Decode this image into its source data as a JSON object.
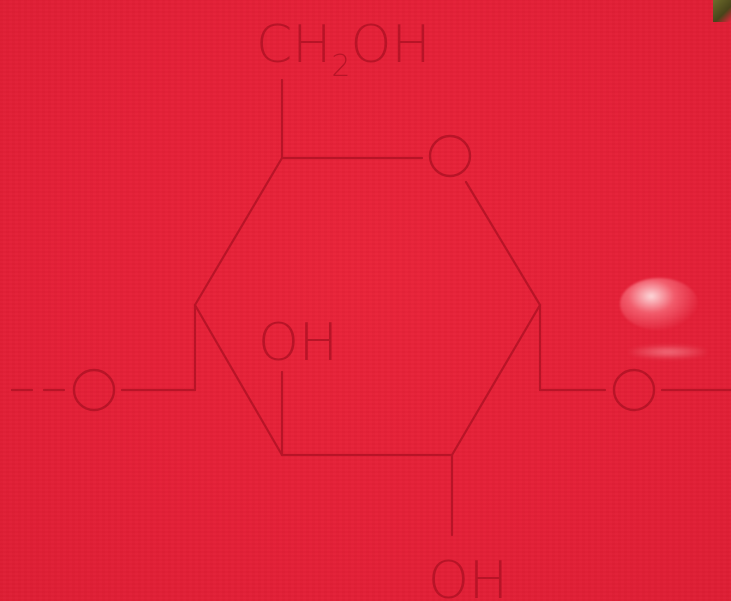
{
  "colors": {
    "background": "#E8213A",
    "ink": "#B81427"
  },
  "labels": {
    "ch2oh_main": "CH",
    "ch2oh_sub": "2",
    "ch2oh_tail": "OH",
    "ring_oh": "OH",
    "bottom_oh": "OH"
  },
  "icons": {
    "ring_oxygen": "ring-oxygen-icon",
    "left_oxygen": "left-glycosidic-oxygen-icon",
    "right_oxygen": "right-glycosidic-oxygen-icon"
  }
}
